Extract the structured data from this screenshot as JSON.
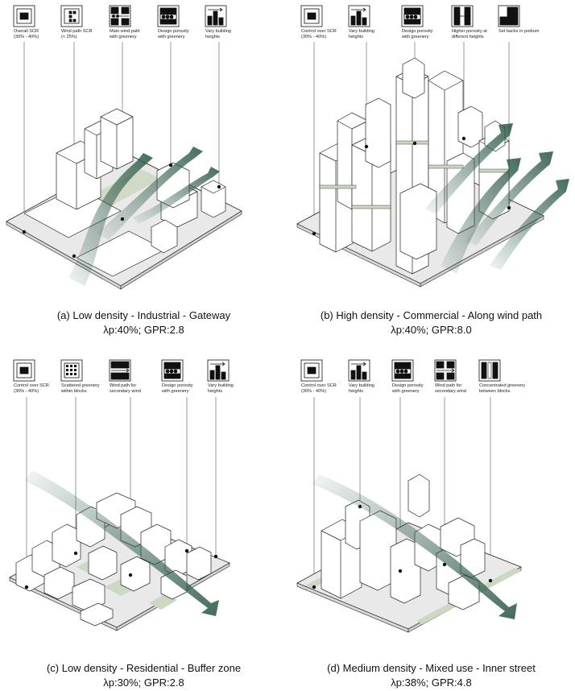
{
  "panels": [
    {
      "caption": "(a) Low density - Industrial - Gateway",
      "metrics": "λp:40%; GPR:2.8",
      "icons": [
        {
          "label": "Overall SCR\n(30% - 40%)",
          "icon": "scr-square-icon"
        },
        {
          "label": "Wind path SCR\n(< 25%)",
          "icon": "wind-path-scr-icon"
        },
        {
          "label": "Main wind path\nwith greenery",
          "icon": "main-wind-path-icon"
        },
        {
          "label": "Design porosity\nwith greenery",
          "icon": "porosity-icon"
        },
        {
          "label": "Vary building\nheights",
          "icon": "building-heights-icon"
        }
      ]
    },
    {
      "caption": "(b) High density - Commercial - Along wind path",
      "metrics": "λp:40%; GPR:8.0",
      "icons": [
        {
          "label": "Control over SCR\n(30% - 40%)",
          "icon": "scr-square-icon"
        },
        {
          "label": "Vary building\nheights",
          "icon": "building-heights-icon"
        },
        {
          "label": "Design porosity\nwith greenery",
          "icon": "porosity-icon"
        },
        {
          "label": "Higher porosity at\ndifferent heights",
          "icon": "higher-porosity-icon"
        },
        {
          "label": "Set backs in podium",
          "icon": "setback-icon"
        }
      ]
    },
    {
      "caption": "(c) Low density - Residential - Buffer zone",
      "metrics": "λp:30%; GPR:2.8",
      "icons": [
        {
          "label": "Control over SCR\n(30% - 40%)",
          "icon": "scr-square-icon"
        },
        {
          "label": "Scattered greenery\nwithin blocks",
          "icon": "scattered-greenery-icon"
        },
        {
          "label": "Wind path for\nsecondary wind",
          "icon": "secondary-wind-icon"
        },
        {
          "label": "Design porosity\nwith greenery",
          "icon": "porosity-icon"
        },
        {
          "label": "Vary building\nheights",
          "icon": "building-heights-icon"
        }
      ]
    },
    {
      "caption": "(d) Medium density - Mixed use - Inner street",
      "metrics": "λp:38%; GPR:4.8",
      "icons": [
        {
          "label": "Control over SCR\n(30% - 40%)",
          "icon": "scr-square-icon"
        },
        {
          "label": "Vary building\nheights",
          "icon": "building-heights-icon"
        },
        {
          "label": "Design porosity\nwith greenery",
          "icon": "porosity-icon"
        },
        {
          "label": "Wind path for\nsecondary wind",
          "icon": "secondary-wind-icon"
        },
        {
          "label": "Concentrated greenery\nbetween blocks",
          "icon": "concentrated-greenery-icon"
        }
      ]
    }
  ],
  "colors": {
    "wind_arrow": "#2f5b48",
    "greenery": "#cdd8c2",
    "ground": "#e9e9e9",
    "building": "#ffffff",
    "outline": "#222222"
  }
}
